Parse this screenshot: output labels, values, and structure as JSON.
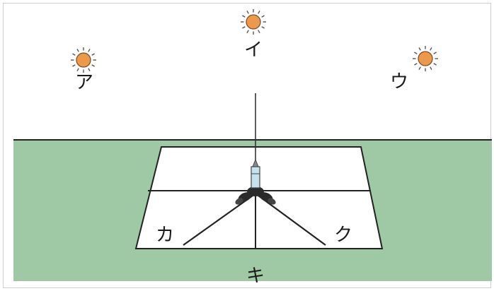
{
  "colors": {
    "sky": "#ffffff",
    "ground": "#9fc8a4",
    "sun_fill": "#ec9a4a",
    "sun_outline": "#7a4a22",
    "sun_rays": "#555555",
    "lines": "#222222",
    "board": "#ffffff",
    "stick_cap": "#c6e2ee"
  },
  "suns": [
    {
      "id": "a",
      "label": "ア",
      "icon": "sun-icon"
    },
    {
      "id": "i",
      "label": "イ",
      "icon": "sun-icon"
    },
    {
      "id": "u",
      "label": "ウ",
      "icon": "sun-icon"
    }
  ],
  "shadow_labels": {
    "ka": "カ",
    "ki": "キ",
    "ku": "ク"
  }
}
